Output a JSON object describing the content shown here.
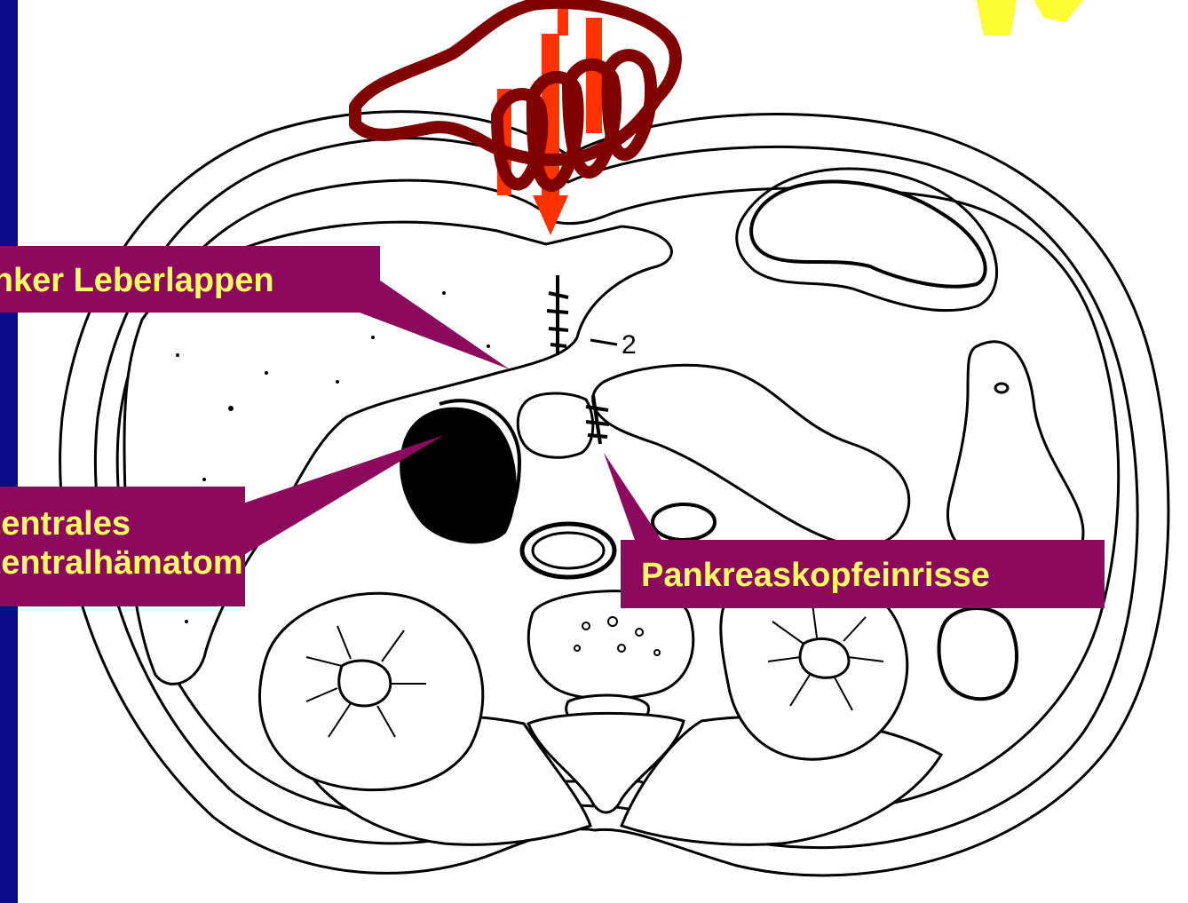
{
  "labels": {
    "leber": "Linker Leberlappen",
    "hamatom_line1": "Zentrales",
    "hamatom_line2": "Zentralhämatom",
    "pankreas": "Pankreaskopfeinrisse"
  },
  "figure_marker": "2",
  "colors": {
    "background": "#0b0b8c",
    "label_bg": "#8c0a5e",
    "label_text": "#ffff66",
    "impact_fist": "#800000",
    "impact_arrows": "#ff3300"
  }
}
